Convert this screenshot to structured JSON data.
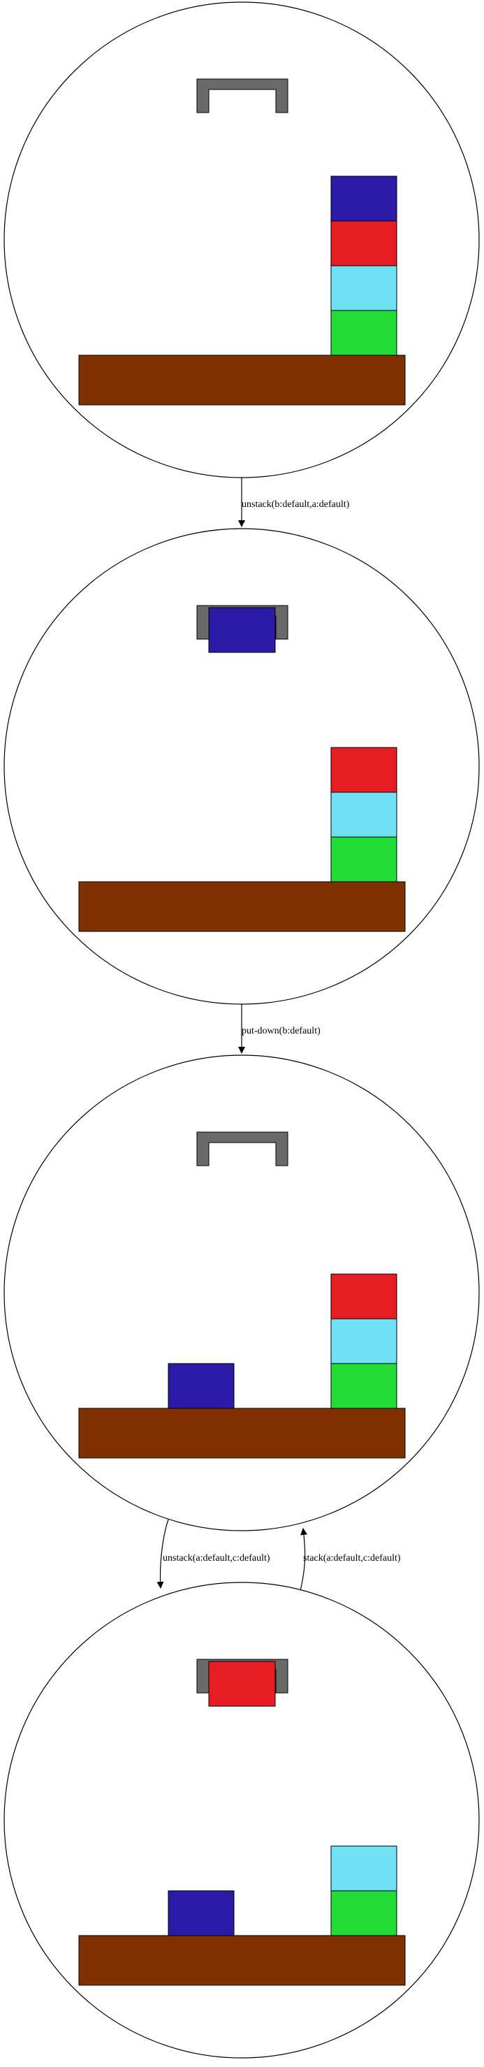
{
  "graph": {
    "edges": [
      {
        "from": 0,
        "to": 1,
        "label": "unstack(b:default,a:default)"
      },
      {
        "from": 1,
        "to": 2,
        "label": "put-down(b:default)"
      },
      {
        "from": 2,
        "to": 3,
        "label": "unstack(a:default,c:default)"
      },
      {
        "from": 3,
        "to": 2,
        "label": "stack(a:default,c:default)"
      }
    ],
    "states": [
      {
        "gripper": {
          "holding": null
        },
        "tower": [
          "green-block",
          "cyan-block",
          "red-block",
          "blue-block"
        ],
        "table_left": []
      },
      {
        "gripper": {
          "holding": "blue-block"
        },
        "tower": [
          "green-block",
          "cyan-block",
          "red-block"
        ],
        "table_left": []
      },
      {
        "gripper": {
          "holding": null
        },
        "tower": [
          "green-block",
          "cyan-block",
          "red-block"
        ],
        "table_left": [
          "blue-block"
        ]
      },
      {
        "gripper": {
          "holding": "red-block"
        },
        "tower": [
          "green-block",
          "cyan-block"
        ],
        "table_left": [
          "blue-block"
        ]
      }
    ]
  },
  "colors": {
    "blue-block": "#2b1ba8",
    "red-block": "#e61e23",
    "cyan-block": "#70e1f5",
    "green-block": "#23dc35",
    "table": "#7f3102",
    "gripper": "#6a6a6a",
    "outline": "#000000",
    "background": "#ffffff"
  }
}
